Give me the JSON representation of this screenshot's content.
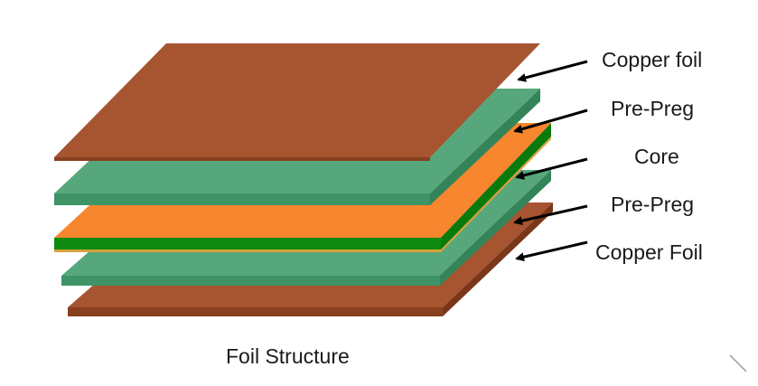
{
  "diagram": {
    "caption": "Foil Structure",
    "labels": {
      "copper_top": "Copper foil",
      "prepreg_top": "Pre-Preg",
      "core": "Core",
      "prepreg_bottom": "Pre-Preg",
      "copper_bottom": "Copper Foil"
    },
    "colors": {
      "copper": "#A65530",
      "copper_edge": "#8A3F1F",
      "prepreg_top": "#56A87C",
      "prepreg_side": "#3E9466",
      "core_top": "#F7862F",
      "core_side": "#0E8A10",
      "arrow": "#000000"
    }
  }
}
